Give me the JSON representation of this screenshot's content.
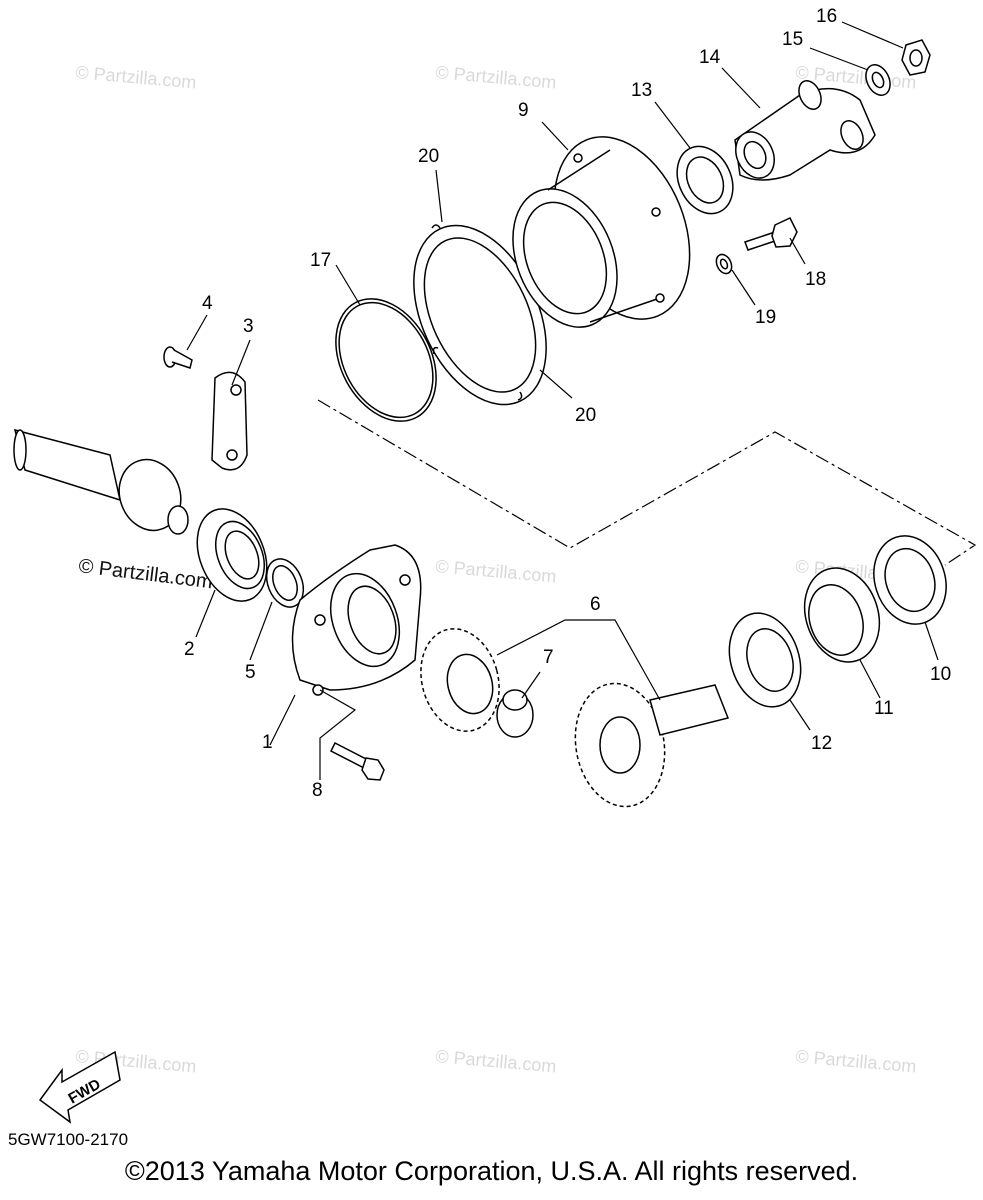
{
  "callouts": [
    "1",
    "2",
    "3",
    "4",
    "5",
    "6",
    "7",
    "8",
    "9",
    "10",
    "11",
    "12",
    "13",
    "14",
    "15",
    "16",
    "17",
    "18",
    "19",
    "20",
    "20"
  ],
  "watermarks": {
    "text": "© Partzilla.com",
    "dark_text": "© Partzilla.com"
  },
  "fwd_label": "FWD",
  "diagram_code": "5GW7100-2170",
  "copyright": "©2013 Yamaha Motor Corporation, U.S.A. All rights reserved."
}
